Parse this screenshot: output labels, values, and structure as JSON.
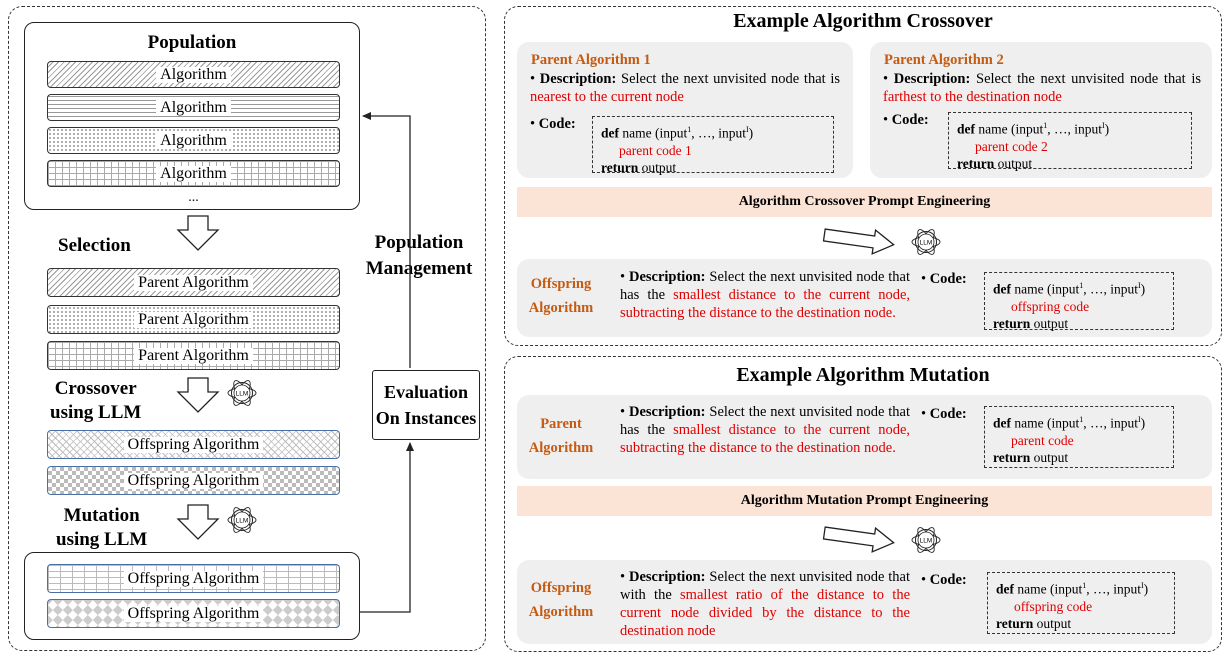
{
  "left": {
    "population_title": "Population",
    "population_items": [
      "Algorithm",
      "Algorithm",
      "Algorithm",
      "Algorithm"
    ],
    "ellipsis": "...",
    "selection_label": "Selection",
    "parent_items": [
      "Parent Algorithm",
      "Parent Algorithm",
      "Parent Algorithm"
    ],
    "crossover_label_1": "Crossover",
    "crossover_label_2": "using LLM",
    "offspring_items": [
      "Offspring Algorithm",
      "Offspring Algorithm"
    ],
    "mutation_label_1": "Mutation",
    "mutation_label_2": "using LLM",
    "mutated_items": [
      "Offspring Algorithm",
      "Offspring Algorithm"
    ],
    "pop_mgmt_1": "Population",
    "pop_mgmt_2": "Management",
    "eval_1": "Evaluation",
    "eval_2": "On Instances",
    "llm_icon_text": "LLM"
  },
  "crossover": {
    "title": "Example Algorithm Crossover",
    "parent1": {
      "title": "Parent Algorithm 1",
      "desc_label": "Description:",
      "desc_text": "Select the next unvisited node that is",
      "desc_highlight": "nearest to the current node",
      "code_label": "Code:",
      "code_body": "parent code 1"
    },
    "parent2": {
      "title": "Parent Algorithm 2",
      "desc_label": "Description:",
      "desc_text": "Select the next unvisited node that is",
      "desc_highlight": "farthest to the destination node",
      "code_label": "Code:",
      "code_body": "parent code 2"
    },
    "prompt_label": "Algorithm Crossover Prompt Engineering",
    "offspring": {
      "label_1": "Offspring",
      "label_2": "Algorithm",
      "desc_label": "Description:",
      "desc_text": "Select the next unvisited node that has the",
      "desc_highlight": "smallest distance to the current node, subtracting the distance to the destination node.",
      "code_label": "Code:",
      "code_body": "offspring code"
    }
  },
  "mutation": {
    "title": "Example Algorithm Mutation",
    "parent": {
      "label_1": "Parent",
      "label_2": "Algorithm",
      "desc_label": "Description:",
      "desc_text": "Select the next unvisited node that has the",
      "desc_highlight": "smallest distance to the current node, subtracting the distance to the destination node.",
      "code_label": "Code:",
      "code_body": "parent code"
    },
    "prompt_label": "Algorithm Mutation Prompt Engineering",
    "offspring": {
      "label_1": "Offspring",
      "label_2": "Algorithm",
      "desc_label": "Description:",
      "desc_text": "Select the next unvisited node that with the",
      "desc_highlight": "smallest ratio of the distance to the current node divided by the distance to the destination node",
      "code_label": "Code:",
      "code_body": "offspring code"
    }
  },
  "code": {
    "def_kw": "def",
    "sig_pre": "name (input",
    "sig_sup1": "1",
    "sig_mid": ", …, input",
    "sig_sup2": "I",
    "sig_end": ")",
    "return_kw": "return",
    "return_val": "output"
  },
  "colors": {
    "highlight": "#e00000",
    "orange_label": "#c55a11",
    "peach_band": "#fbe3d6",
    "grey_box": "#efefef"
  }
}
